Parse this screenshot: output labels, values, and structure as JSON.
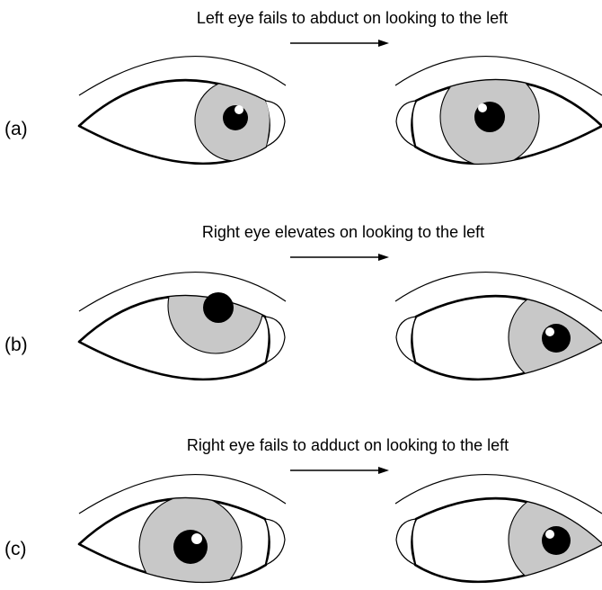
{
  "rows": [
    {
      "label": "(a)",
      "caption": "Left eye fails to abduct on looking to the left"
    },
    {
      "label": "(b)",
      "caption": "Right eye elevates on looking to the left"
    },
    {
      "label": "(c)",
      "caption": "Right eye fails to adduct on looking to the left"
    }
  ],
  "colors": {
    "iris": "#c8c8c8",
    "pupil": "#000000",
    "outline": "#000000"
  }
}
